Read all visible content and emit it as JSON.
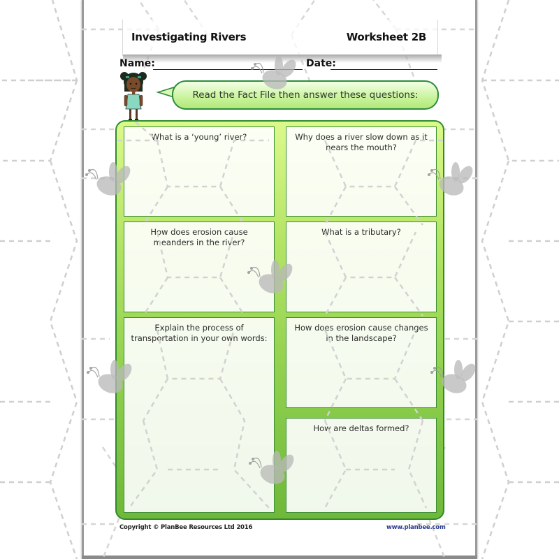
{
  "worksheet": {
    "title": "Investigating Rivers",
    "number": "Worksheet 2B"
  },
  "fields": {
    "name_label": "Name:",
    "name_value": "",
    "date_label": "Date:",
    "date_value": ""
  },
  "instruction": "Read the Fact File then answer these questions:",
  "questions": [
    {
      "id": "q1",
      "text": "What is a ‘young’ river?"
    },
    {
      "id": "q2",
      "text": "Why does a river slow down as it nears the mouth?"
    },
    {
      "id": "q3",
      "text": "How does erosion cause meanders in the river?"
    },
    {
      "id": "q4",
      "text": "What is a tributary?"
    },
    {
      "id": "q5",
      "text": "Explain the process of transportation in your own words:"
    },
    {
      "id": "q6",
      "text": "How does erosion cause changes in the landscape?"
    },
    {
      "id": "q7",
      "text": "How are deltas formed?"
    }
  ],
  "footer": {
    "copyright": "Copyright © PlanBee Resources Ltd 2016",
    "website": "www.planbee.com"
  },
  "colors": {
    "frame_light": "#dcf98c",
    "frame_dark": "#6fb83a",
    "frame_border": "#2f8b2e",
    "bubble_fill": "#c9f39b",
    "website_link": "#2b3a8e",
    "watermark": "#b9b9b9"
  }
}
